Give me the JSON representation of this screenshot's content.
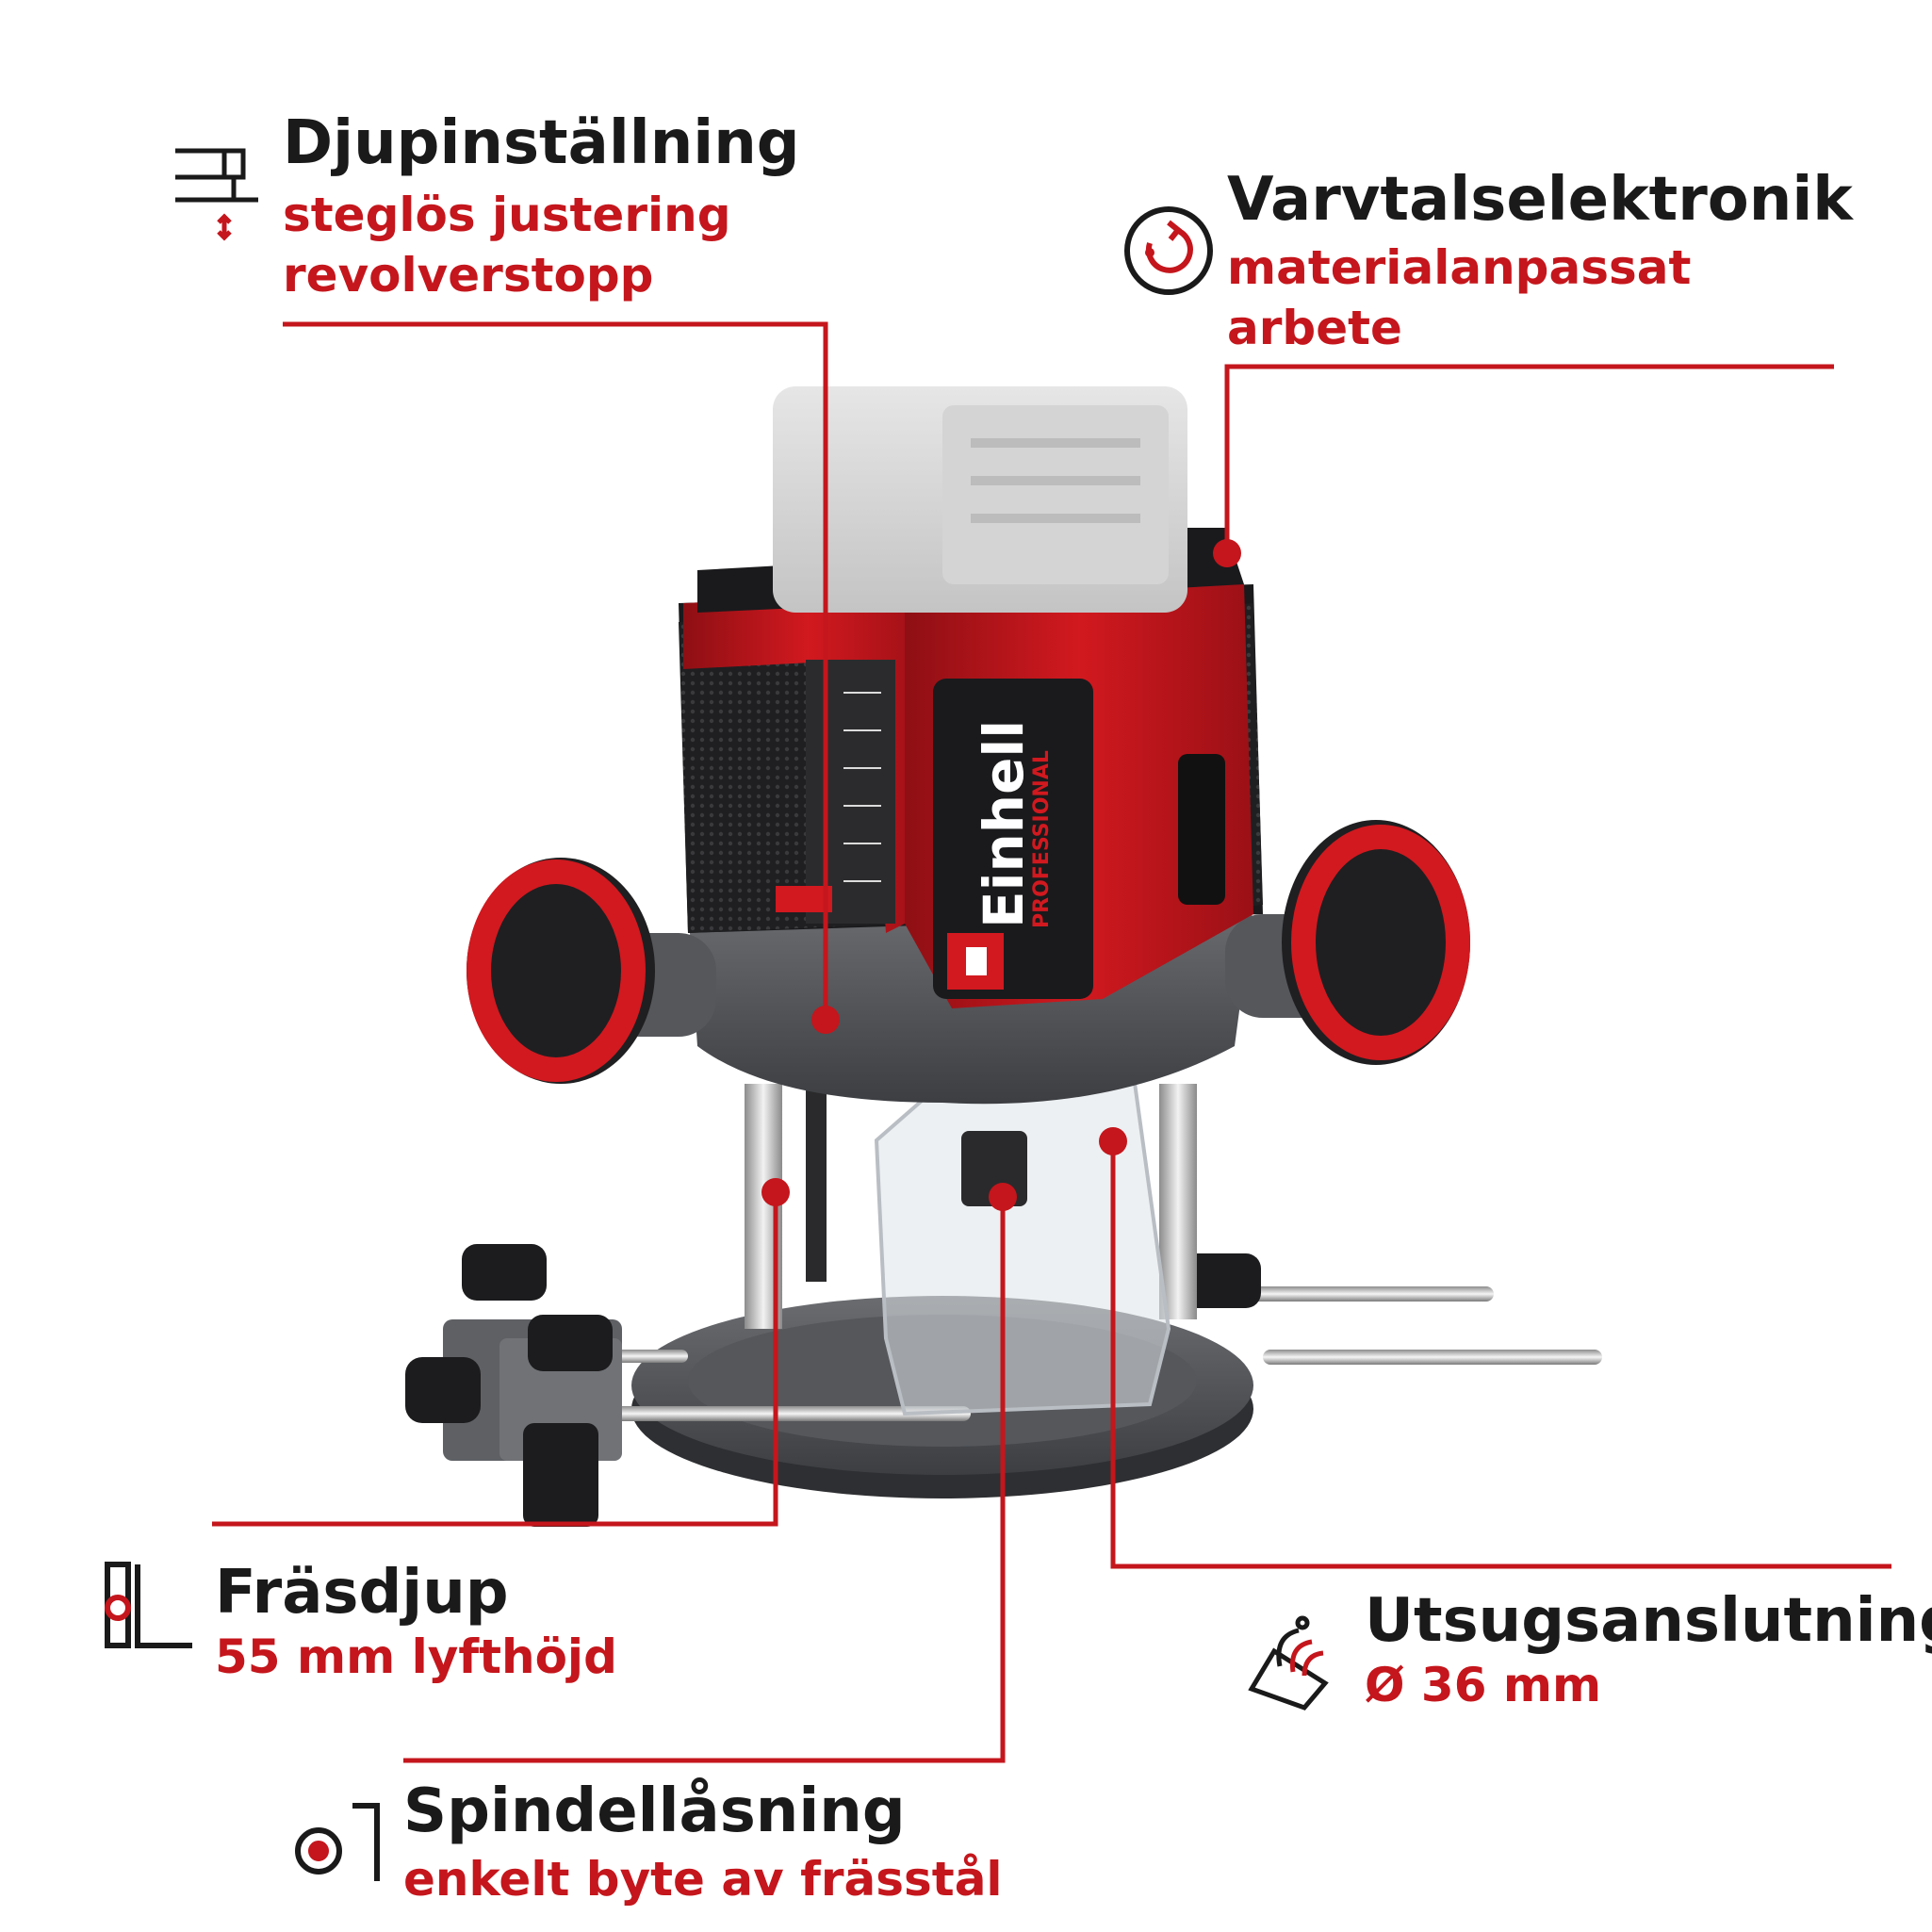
{
  "colors": {
    "accent": "#c4161c",
    "text": "#1a1a1a",
    "background": "#ffffff"
  },
  "product": {
    "brand": "Einhell",
    "brand_line": "PROFESSIONAL"
  },
  "features": [
    {
      "id": "depth-setting",
      "icon": "depth-stop-icon",
      "title": "Djupinställning",
      "lines": [
        "steglös justering",
        "revolverstopp"
      ]
    },
    {
      "id": "speed-electronics",
      "icon": "speed-dial-icon",
      "title": "Varvtalselektronik",
      "lines": [
        "materialanpassat",
        "arbete"
      ]
    },
    {
      "id": "routing-depth",
      "icon": "depth-gauge-icon",
      "title": "Fräsdjup",
      "lines": [
        "55 mm lyfthöjd"
      ]
    },
    {
      "id": "spindle-lock",
      "icon": "spindle-lock-icon",
      "title": "Spindellåsning",
      "lines": [
        "enkelt byte av frässtål"
      ]
    },
    {
      "id": "dust-extraction",
      "icon": "dust-extraction-icon",
      "title": "Utsugsanslutning",
      "lines": [
        "Ø 36 mm"
      ]
    }
  ]
}
